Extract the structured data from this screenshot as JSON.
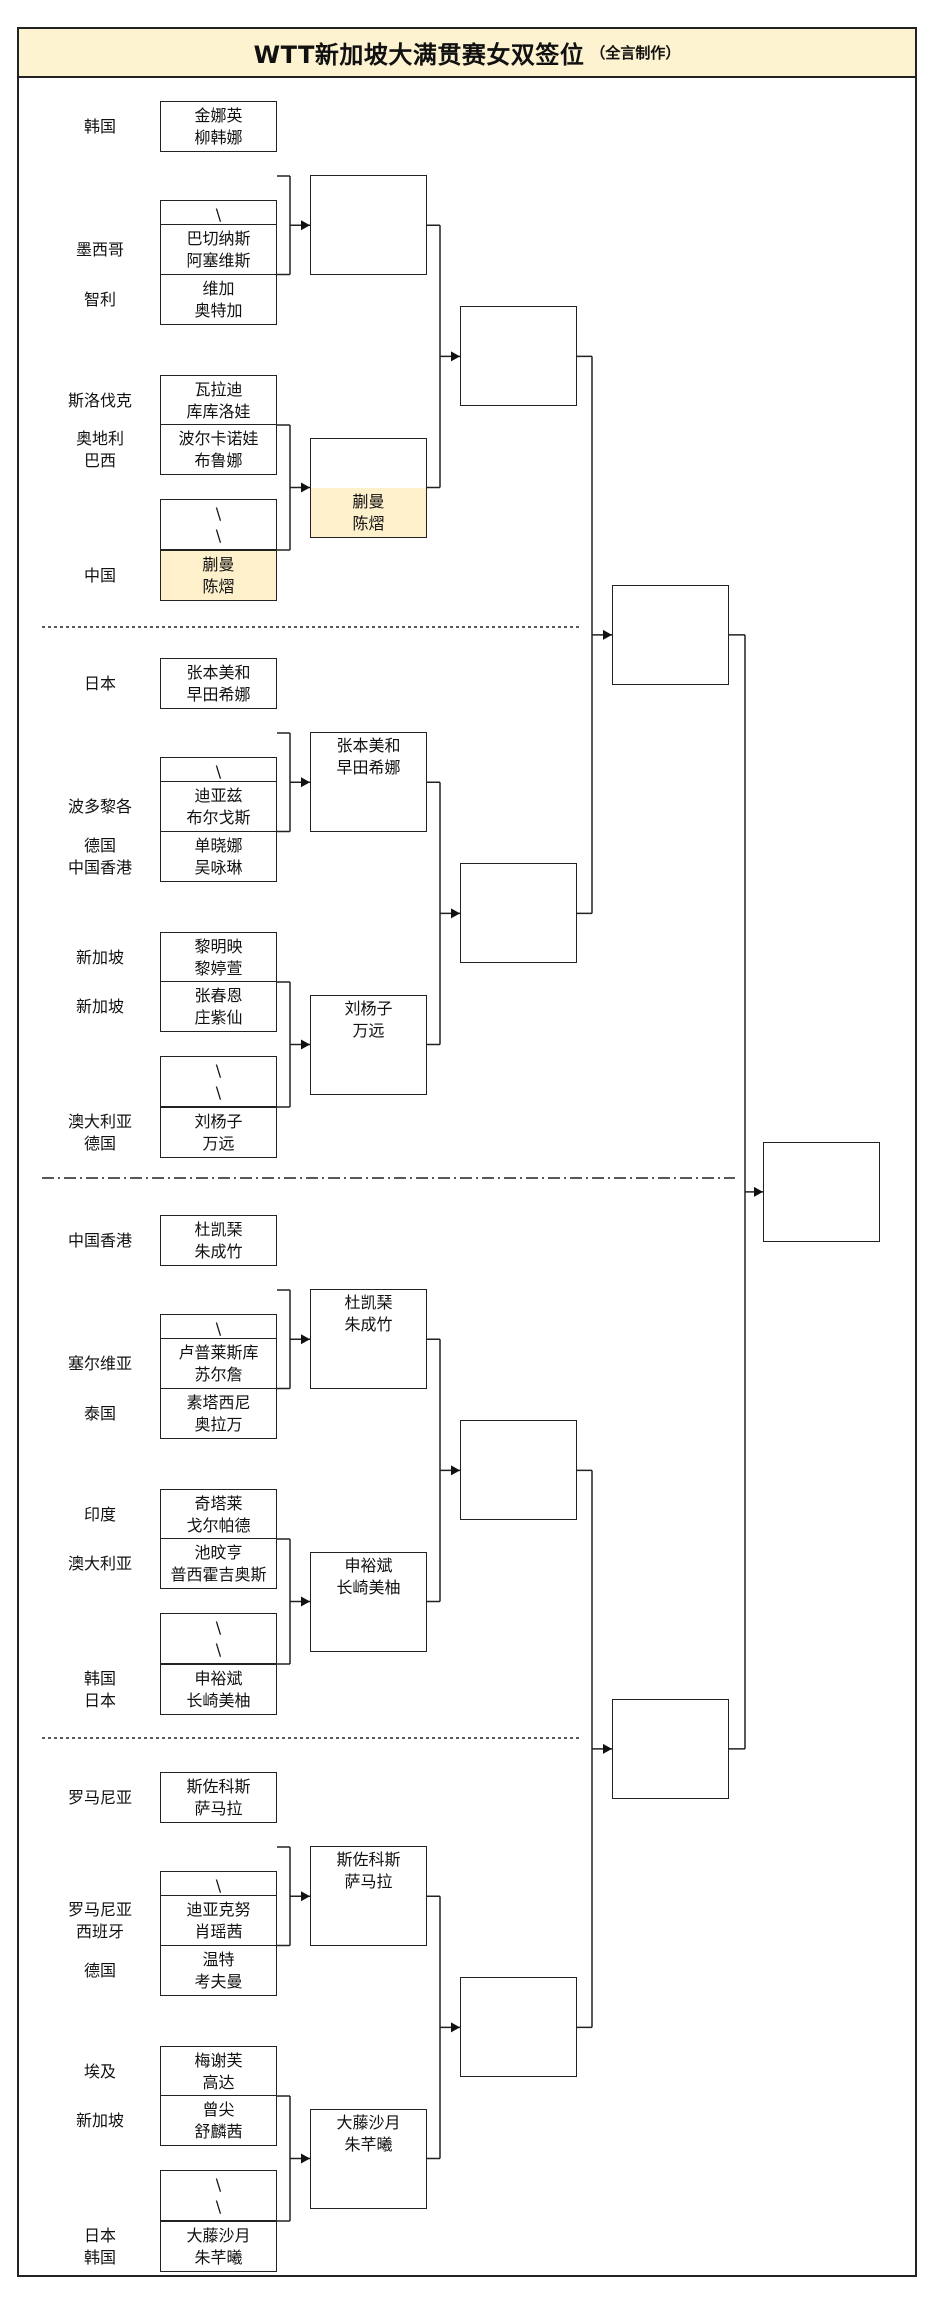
{
  "title": "WTT新加坡大满贯赛女双签位",
  "title_note": "（全言制作）",
  "entries": [
    {
      "country": "韩国",
      "players": "金娜英\n柳韩娜"
    },
    {
      "country": "",
      "players": "\\\n\\"
    },
    {
      "country": "墨西哥",
      "players": "巴切纳斯\n阿塞维斯"
    },
    {
      "country": "智利",
      "players": "维加\n奥特加"
    },
    {
      "country": "斯洛伐克",
      "players": "瓦拉迪\n库库洛娃"
    },
    {
      "country": "奥地利\n巴西",
      "players": "波尔卡诺娃\n布鲁娜"
    },
    {
      "country": "",
      "players": "\\\n\\"
    },
    {
      "country": "中国",
      "players": "蒯曼\n陈熠"
    },
    {
      "country": "日本",
      "players": "张本美和\n早田希娜"
    },
    {
      "country": "",
      "players": "\\\n\\"
    },
    {
      "country": "波多黎各",
      "players": "迪亚兹\n布尔戈斯"
    },
    {
      "country": "德国\n中国香港",
      "players": "单晓娜\n吴咏琳"
    },
    {
      "country": "新加坡",
      "players": "黎明映\n黎婷萱"
    },
    {
      "country": "新加坡",
      "players": "张春恩\n庄紫仙"
    },
    {
      "country": "",
      "players": "\\\n\\"
    },
    {
      "country": "澳大利亚\n德国",
      "players": "刘杨子\n万远"
    },
    {
      "country": "中国香港",
      "players": "杜凯琹\n朱成竹"
    },
    {
      "country": "",
      "players": "\\\n\\"
    },
    {
      "country": "塞尔维亚",
      "players": "卢普莱斯库\n苏尔詹"
    },
    {
      "country": "泰国",
      "players": "素塔西尼\n奥拉万"
    },
    {
      "country": "印度",
      "players": "奇塔莱\n戈尔帕德"
    },
    {
      "country": "澳大利亚",
      "players": "池旼亨\n普西霍吉奥斯"
    },
    {
      "country": "",
      "players": "\\\n\\"
    },
    {
      "country": "韩国\n日本",
      "players": "申裕斌\n长崎美柚"
    },
    {
      "country": "罗马尼亚",
      "players": "斯佐科斯\n萨马拉"
    },
    {
      "country": "",
      "players": "\\\n\\"
    },
    {
      "country": "罗马尼亚\n西班牙",
      "players": "迪亚克努\n肖瑶茜"
    },
    {
      "country": "德国",
      "players": "温特\n考夫曼"
    },
    {
      "country": "埃及",
      "players": "梅谢芙\n高达"
    },
    {
      "country": "新加坡",
      "players": "曾尖\n舒麟茜"
    },
    {
      "country": "",
      "players": "\\\n\\"
    },
    {
      "country": "日本\n韩国",
      "players": "大藤沙月\n朱芊曦"
    }
  ],
  "round2": [
    "",
    "蒯曼\n陈熠",
    "张本美和\n早田希娜",
    "刘杨子\n万远",
    "杜凯琹\n朱成竹",
    "申裕斌\n长崎美柚",
    "斯佐科斯\n萨马拉",
    "大藤沙月\n朱芊曦"
  ],
  "round3": [
    "",
    "",
    "",
    ""
  ],
  "round4": [
    "",
    ""
  ],
  "final": [
    ""
  ],
  "highlight_color": "#fdf0cb"
}
